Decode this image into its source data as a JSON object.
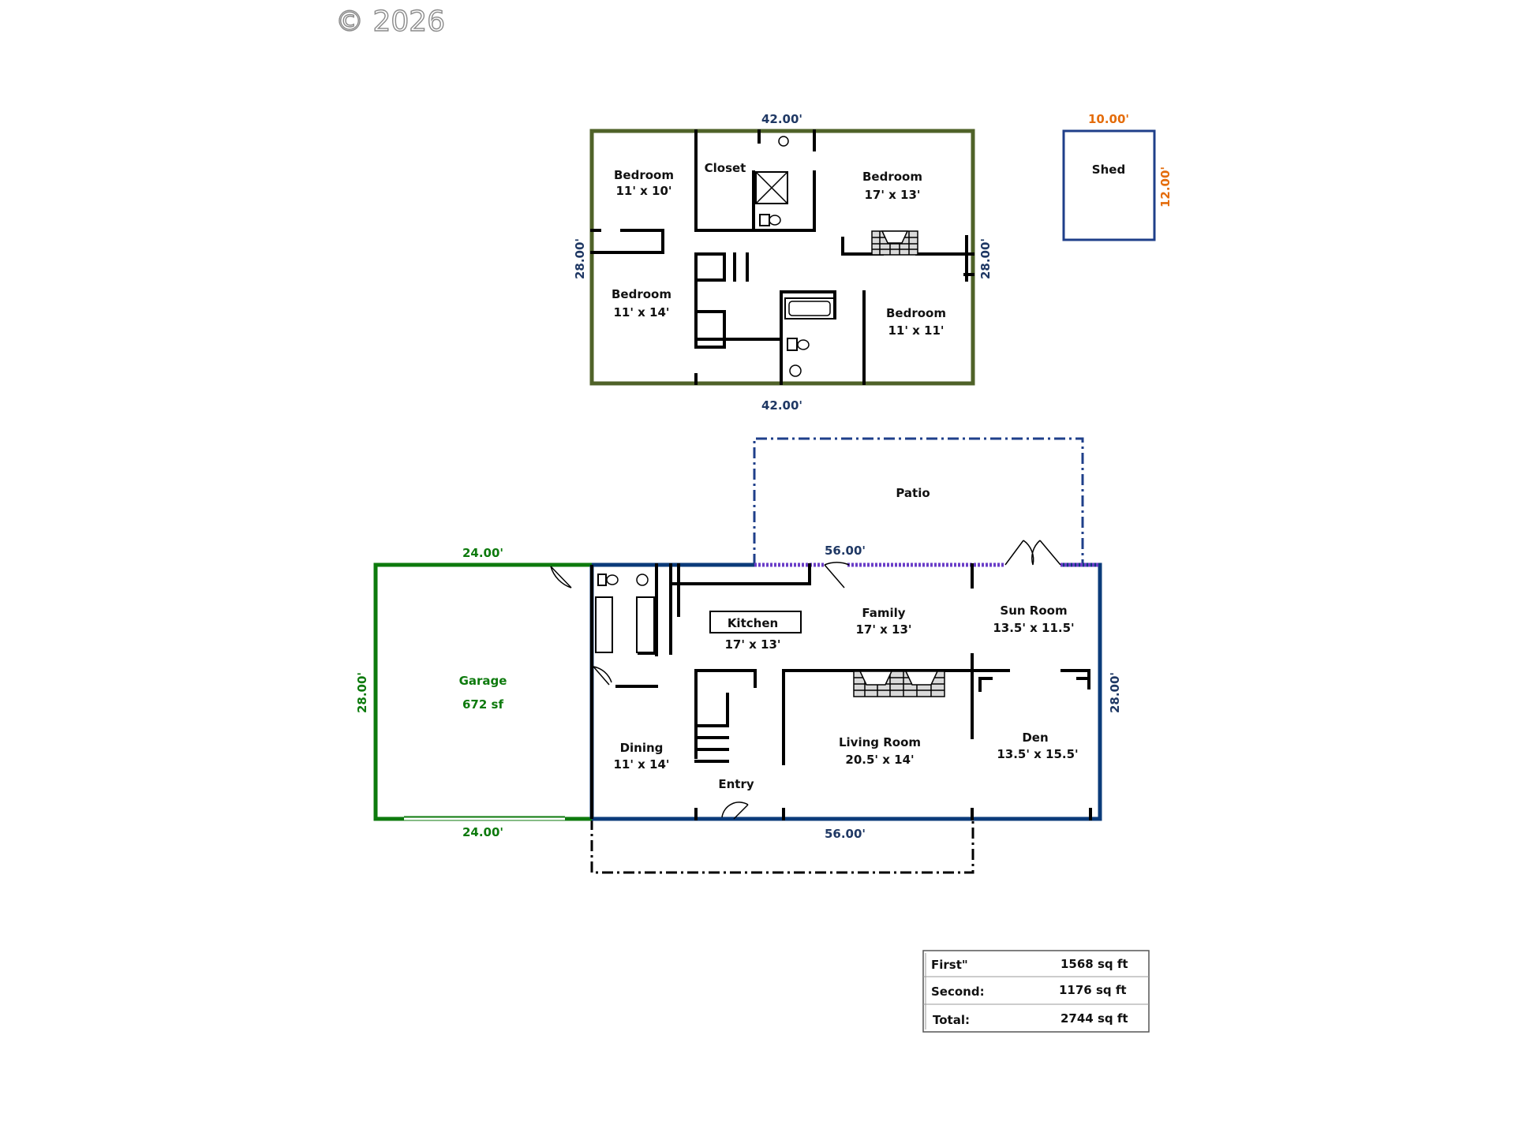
{
  "watermark": "© 2026",
  "colors": {
    "walls": "#000000",
    "upper_outline": "#4f6228",
    "main_outline": "#0b3b7a",
    "garage_outline": "#0d7a0d",
    "shed_outline": "#1f3f8a",
    "shed_dims": "#e46c0a",
    "window_strip": "#6a3dc8",
    "upper_dims": "#1f3864",
    "main_dims": "#1f3864",
    "garage_dims": "#0d7a0d"
  },
  "second_floor": {
    "dim_top": "42.00'",
    "dim_bottom": "42.00'",
    "dim_left": "28.00'",
    "dim_right": "28.00'",
    "rooms": [
      {
        "name": "Bedroom",
        "size": "11' x 10'"
      },
      {
        "name": "Closet",
        "size": ""
      },
      {
        "name": "Bedroom",
        "size": "17' x 13'"
      },
      {
        "name": "Bedroom",
        "size": "11' x 14'"
      },
      {
        "name": "Bedroom",
        "size": "11' x 11'"
      }
    ]
  },
  "shed": {
    "name": "Shed",
    "dim_top": "10.00'",
    "dim_right": "12.00'"
  },
  "first_floor": {
    "patio": "Patio",
    "dim_top": "56.00'",
    "dim_bottom": "56.00'",
    "dim_right": "28.00'",
    "rooms": [
      {
        "name": "Kitchen",
        "size": "17' x 13'"
      },
      {
        "name": "Family",
        "size": "17' x 13'"
      },
      {
        "name": "Sun Room",
        "size": "13.5' x 11.5'"
      },
      {
        "name": "Dining",
        "size": "11' x 14'"
      },
      {
        "name": "Entry",
        "size": ""
      },
      {
        "name": "Living Room",
        "size": "20.5' x 14'"
      },
      {
        "name": "Den",
        "size": "13.5' x 15.5'"
      }
    ]
  },
  "garage": {
    "name": "Garage",
    "area": "672 sf",
    "dim_top": "24.00'",
    "dim_bottom": "24.00'",
    "dim_left": "28.00'"
  },
  "area_table": [
    {
      "label": "First\"",
      "value": "1568 sq ft"
    },
    {
      "label": "Second:",
      "value": "1176 sq ft"
    },
    {
      "label": "Total:",
      "value": "2744 sq ft"
    }
  ]
}
